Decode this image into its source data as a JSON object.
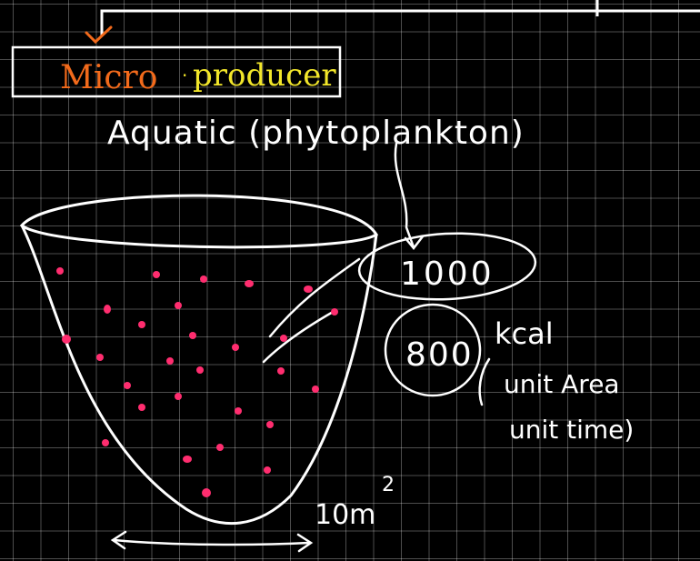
{
  "board": {
    "colors": {
      "background": "#000000",
      "ink": "#ffffff",
      "orange": "#f26a1b",
      "yellow": "#f2e62a",
      "dots": "#ff2d6f"
    }
  },
  "heading": {
    "word1": "Micro",
    "word2": "producer"
  },
  "subtitle": "Aquatic (phytoplankton)",
  "values": {
    "total": "1000",
    "net": "800",
    "unit_line1": "kcal",
    "unit_line2": "unit Area",
    "unit_line3": "unit time)"
  },
  "area_label": "10m",
  "area_exponent": "2"
}
